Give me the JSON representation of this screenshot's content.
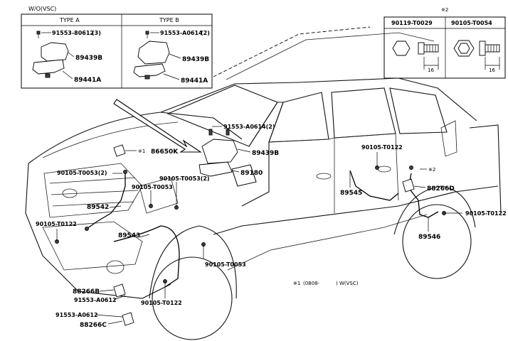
{
  "header": {
    "variant": "W/O(VSC)",
    "vsc_mark": "※2"
  },
  "type_a": {
    "title": "TYPE A",
    "bolt": "91553-80612",
    "bolt_qty": "(3)",
    "bracket": "89439B",
    "sensor": "89441A"
  },
  "type_b": {
    "title": "TYPE B",
    "bolt": "91553-A0614",
    "bolt_qty": "(2)",
    "bracket": "89439B",
    "sensor": "89441A"
  },
  "hardware": {
    "left_part": "90119-T0029",
    "right_part": "90105-T0054",
    "left_dim": "16",
    "right_dim": "16"
  },
  "callouts": {
    "c91553_a0614": "91553-A0614(2)",
    "c89439b": "89439B",
    "c89180": "89180",
    "c86650k_mark": "※1",
    "c86650k": "86650K",
    "c90105_t0053_2": "90105-T0053(2)",
    "c90105_t0053_mid": "90105-T0053",
    "c90105_t0053_2b": "90105-T0053(2)",
    "c89542": "89542",
    "c90105_t0122_left": "90105-T0122",
    "c89543": "89543",
    "c90105_t0053_low": "90105-T0053",
    "c88266b": "88266B",
    "c91553_a0612_a": "91553-A0612",
    "c90105_t0122_bottom": "90105-T0122",
    "c91553_a0612_b": "91553-A0612",
    "c88266c": "88266C",
    "c90105_t0122_top": "90105-T0122",
    "c89545": "89545",
    "c2_mark": "※2",
    "c88266d": "88266D",
    "c90105_t0122_right": "90105-T0122",
    "c89546": "89546"
  },
  "footnote": {
    "mark": "※1",
    "open": "(0808-",
    "close": ") W(VSC)"
  }
}
